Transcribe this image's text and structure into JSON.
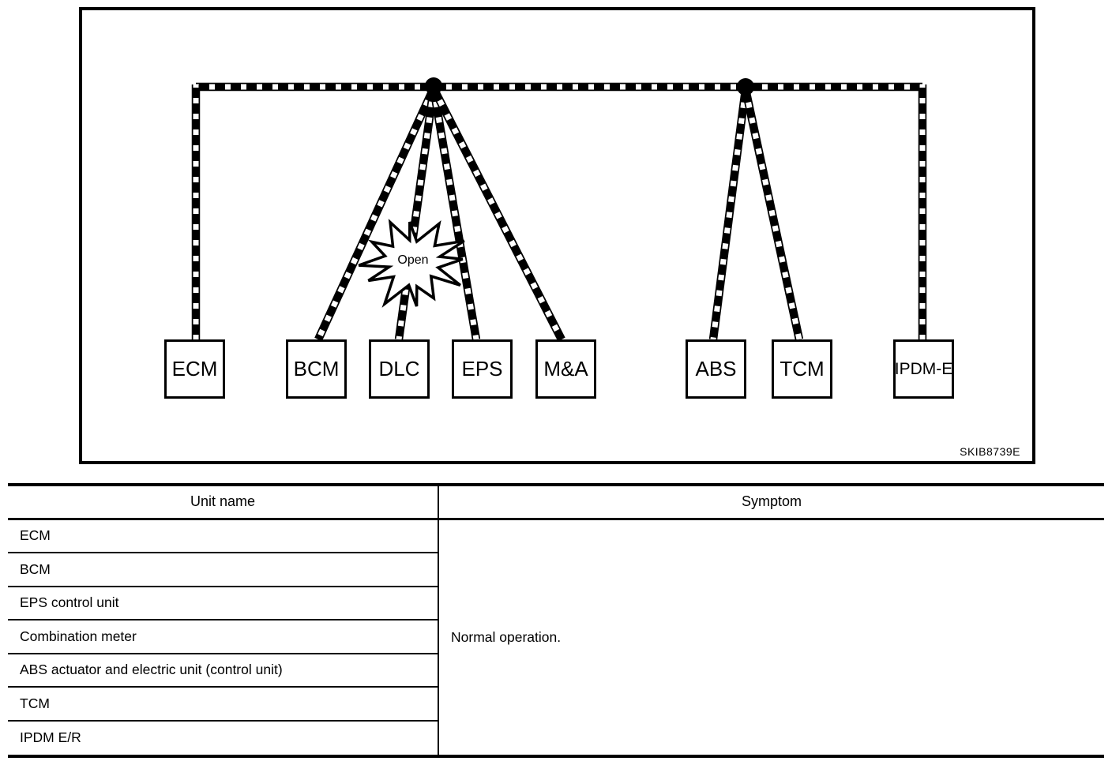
{
  "diagram": {
    "figure_code": "SKIB8739E",
    "fault_label": "Open",
    "nodes": [
      {
        "id": "ecm",
        "label": "ECM"
      },
      {
        "id": "bcm",
        "label": "BCM"
      },
      {
        "id": "dlc",
        "label": "DLC"
      },
      {
        "id": "eps",
        "label": "EPS"
      },
      {
        "id": "ma",
        "label": "M&A"
      },
      {
        "id": "abs",
        "label": "ABS"
      },
      {
        "id": "tcm",
        "label": "TCM"
      },
      {
        "id": "ipdm",
        "label": "IPDM-E"
      }
    ]
  },
  "table": {
    "headers": {
      "unit": "Unit name",
      "symptom": "Symptom"
    },
    "unit_rows": [
      "ECM",
      "BCM",
      "EPS control unit",
      "Combination meter",
      "ABS actuator and electric unit (control unit)",
      "TCM",
      "IPDM E/R"
    ],
    "symptom_value": "Normal operation."
  },
  "colors": {
    "ink": "#000000",
    "paper": "#ffffff"
  }
}
